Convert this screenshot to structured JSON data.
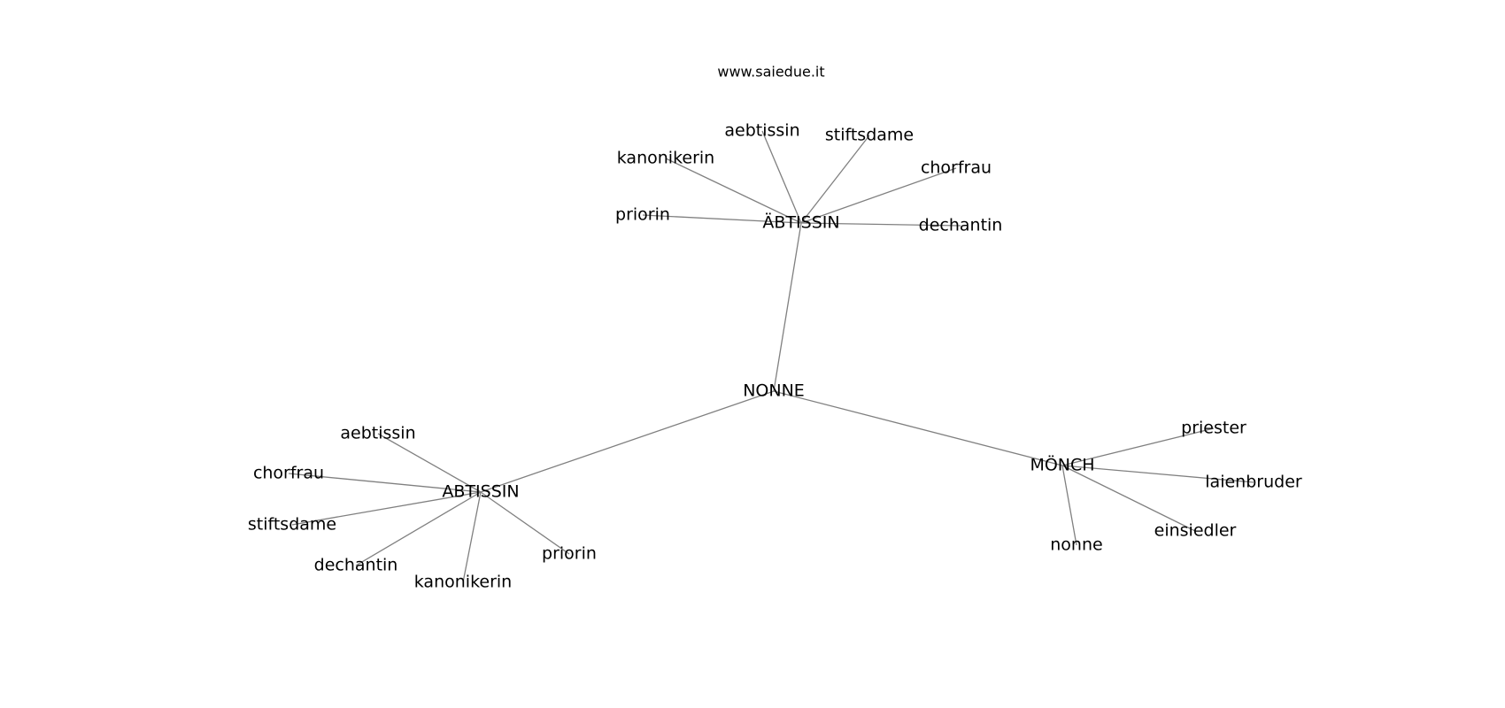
{
  "watermark": "www.saiedue.it",
  "colors": {
    "edge": "#808080",
    "label": "#000000",
    "background": "#ffffff"
  },
  "nodes": {
    "center": "NONNE",
    "hub_top": "ÄBTISSIN",
    "hub_left": "ABTISSIN",
    "hub_right": "MÖNCH",
    "top_aebtissin": "aebtissin",
    "top_stiftsdame": "stiftsdame",
    "top_kanonikerin": "kanonikerin",
    "top_chorfrau": "chorfrau",
    "top_priorin": "priorin",
    "top_dechantin": "dechantin",
    "left_aebtissin": "aebtissin",
    "left_chorfrau": "chorfrau",
    "left_stiftsdame": "stiftsdame",
    "left_dechantin": "dechantin",
    "left_kanonikerin": "kanonikerin",
    "left_priorin": "priorin",
    "right_priester": "priester",
    "right_laienbruder": "laienbruder",
    "right_einsiedler": "einsiedler",
    "right_nonne": "nonne"
  },
  "edges": [
    [
      "center",
      "hub_top"
    ],
    [
      "center",
      "hub_left"
    ],
    [
      "center",
      "hub_right"
    ],
    [
      "hub_top",
      "top_aebtissin"
    ],
    [
      "hub_top",
      "top_stiftsdame"
    ],
    [
      "hub_top",
      "top_kanonikerin"
    ],
    [
      "hub_top",
      "top_chorfrau"
    ],
    [
      "hub_top",
      "top_priorin"
    ],
    [
      "hub_top",
      "top_dechantin"
    ],
    [
      "hub_left",
      "left_aebtissin"
    ],
    [
      "hub_left",
      "left_chorfrau"
    ],
    [
      "hub_left",
      "left_stiftsdame"
    ],
    [
      "hub_left",
      "left_dechantin"
    ],
    [
      "hub_left",
      "left_kanonikerin"
    ],
    [
      "hub_left",
      "left_priorin"
    ],
    [
      "hub_right",
      "right_priester"
    ],
    [
      "hub_right",
      "right_laienbruder"
    ],
    [
      "hub_right",
      "right_einsiedler"
    ],
    [
      "hub_right",
      "right_nonne"
    ]
  ]
}
